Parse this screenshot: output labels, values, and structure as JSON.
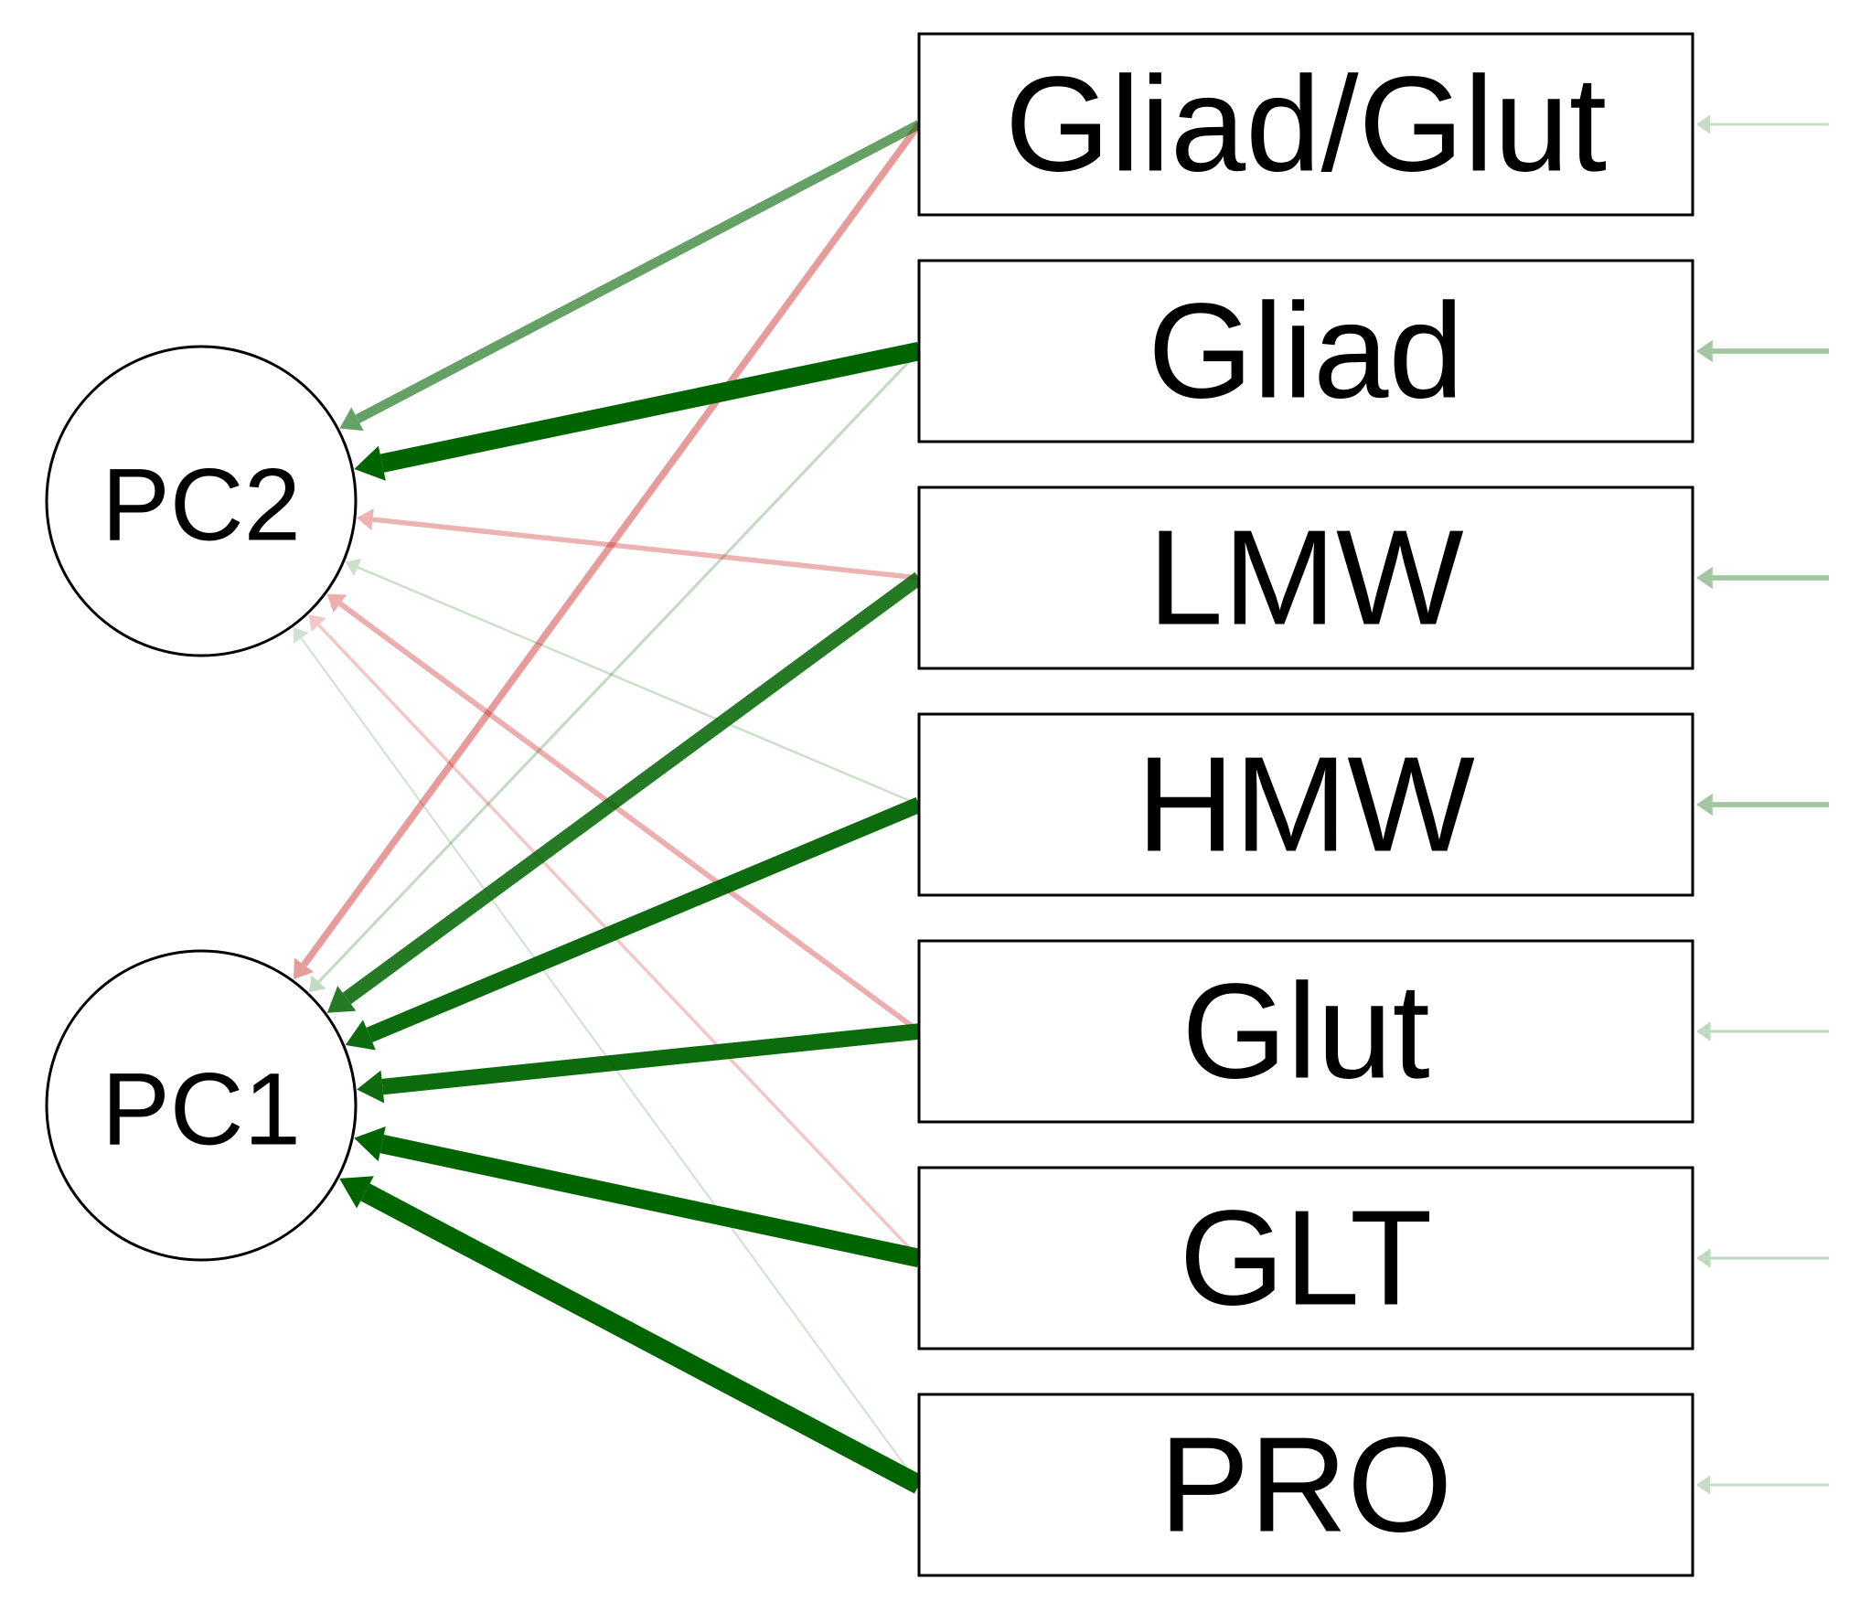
{
  "colors": {
    "positive": "#006400",
    "negative": "#cc2626",
    "box_stroke": "#000000",
    "background": "#ffffff"
  },
  "latents": [
    {
      "id": "PC2",
      "label": "PC2"
    },
    {
      "id": "PC1",
      "label": "PC1"
    }
  ],
  "indicators": [
    {
      "id": "gliad_glut",
      "label": "Gliad/Glut"
    },
    {
      "id": "gliad",
      "label": "Gliad"
    },
    {
      "id": "lmw",
      "label": "LMW"
    },
    {
      "id": "hmw",
      "label": "HMW"
    },
    {
      "id": "glut",
      "label": "Glut"
    },
    {
      "id": "glt",
      "label": "GLT"
    },
    {
      "id": "pro",
      "label": "PRO"
    }
  ],
  "loadings": [
    {
      "from": "gliad_glut",
      "to": "PC2",
      "sign": "positive",
      "strength": 0.45
    },
    {
      "from": "gliad_glut",
      "to": "PC1",
      "sign": "negative",
      "strength": 0.3
    },
    {
      "from": "gliad",
      "to": "PC2",
      "sign": "positive",
      "strength": 0.95
    },
    {
      "from": "gliad",
      "to": "PC1",
      "sign": "positive",
      "strength": 0.08
    },
    {
      "from": "lmw",
      "to": "PC2",
      "sign": "negative",
      "strength": 0.2
    },
    {
      "from": "lmw",
      "to": "PC1",
      "sign": "positive",
      "strength": 0.7
    },
    {
      "from": "hmw",
      "to": "PC2",
      "sign": "positive",
      "strength": 0.05
    },
    {
      "from": "hmw",
      "to": "PC1",
      "sign": "positive",
      "strength": 0.8
    },
    {
      "from": "glut",
      "to": "PC2",
      "sign": "negative",
      "strength": 0.22
    },
    {
      "from": "glut",
      "to": "PC1",
      "sign": "positive",
      "strength": 0.8
    },
    {
      "from": "glt",
      "to": "PC2",
      "sign": "negative",
      "strength": 0.1
    },
    {
      "from": "glt",
      "to": "PC1",
      "sign": "positive",
      "strength": 0.95
    },
    {
      "from": "pro",
      "to": "PC2",
      "sign": "positive",
      "strength": 0.03
    },
    {
      "from": "pro",
      "to": "PC1",
      "sign": "positive",
      "strength": 1.0
    }
  ],
  "residuals": [
    {
      "to": "gliad_glut",
      "sign": "positive",
      "strength": 0.1
    },
    {
      "to": "gliad",
      "sign": "positive",
      "strength": 0.35
    },
    {
      "to": "lmw",
      "sign": "positive",
      "strength": 0.35
    },
    {
      "to": "hmw",
      "sign": "positive",
      "strength": 0.35
    },
    {
      "to": "glut",
      "sign": "positive",
      "strength": 0.15
    },
    {
      "to": "glt",
      "sign": "positive",
      "strength": 0.15
    },
    {
      "to": "pro",
      "sign": "positive",
      "strength": 0.12
    }
  ]
}
